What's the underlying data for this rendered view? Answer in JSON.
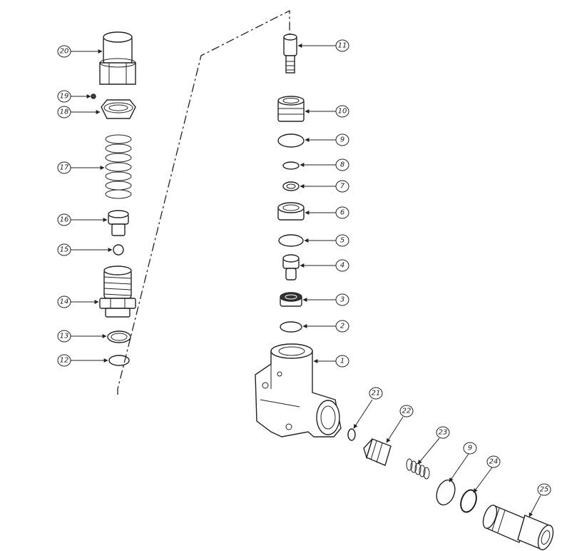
{
  "callouts": [
    "1",
    "2",
    "3",
    "4",
    "5",
    "6",
    "7",
    "8",
    "9",
    "10",
    "11",
    "12",
    "13",
    "14",
    "15",
    "16",
    "17",
    "18",
    "19",
    "20",
    "21",
    "22",
    "23",
    "9",
    "24",
    "25"
  ]
}
